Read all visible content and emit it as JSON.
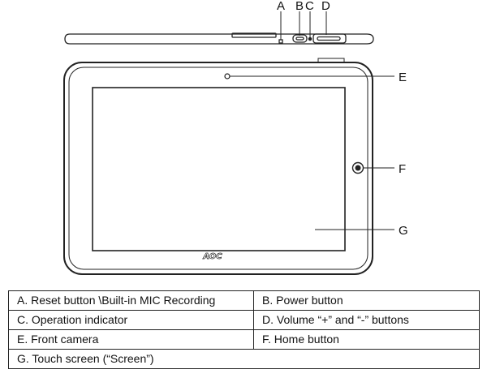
{
  "callouts": {
    "a": "A",
    "b": "B",
    "c": "C",
    "d": "D",
    "e": "E",
    "f": "F",
    "g": "G"
  },
  "logo_text": "AOC",
  "legend": {
    "rows": [
      [
        "A. Reset button \\Built-in MIC Recording",
        "B. Power button"
      ],
      [
        "C. Operation indicator",
        "D. Volume “+” and “-” buttons"
      ],
      [
        "E. Front camera",
        "F. Home button"
      ],
      [
        "G. Touch screen (“Screen”)"
      ]
    ]
  }
}
